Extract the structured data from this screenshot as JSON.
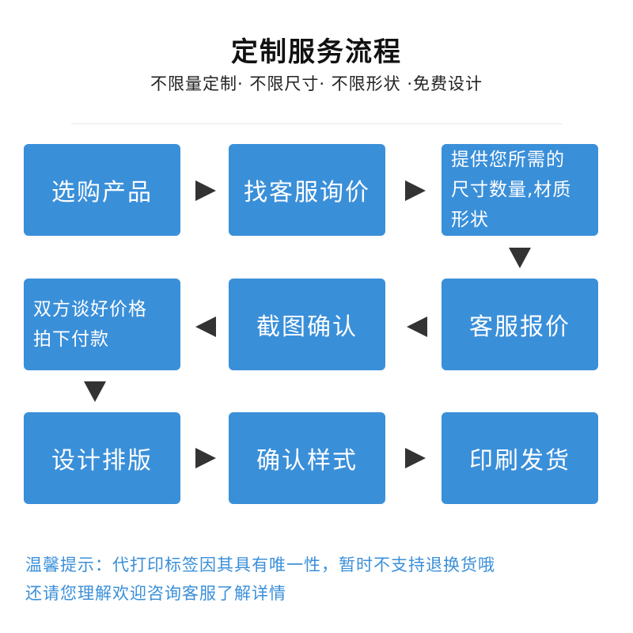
{
  "header": {
    "title": "定制服务流程",
    "subtitle": "不限量定制· 不限尺寸· 不限形状 ·免费设计"
  },
  "steps": [
    "选购产品",
    "找客服询价",
    "提供您所需的\n尺寸数量,材质\n形状",
    "客服报价",
    "截图确认",
    "双方谈好价格\n拍下付款",
    "设计排版",
    "确认样式",
    "印刷发货"
  ],
  "notice": {
    "line1": "温馨提示：代打印标签因其具有唯一性，暂时不支持退换货哦",
    "line2": "还请您理解欢迎咨询客服了解详情"
  },
  "colors": {
    "box": "#3a8fd9",
    "arrow": "#333333",
    "notice": "#3a8fd9"
  }
}
